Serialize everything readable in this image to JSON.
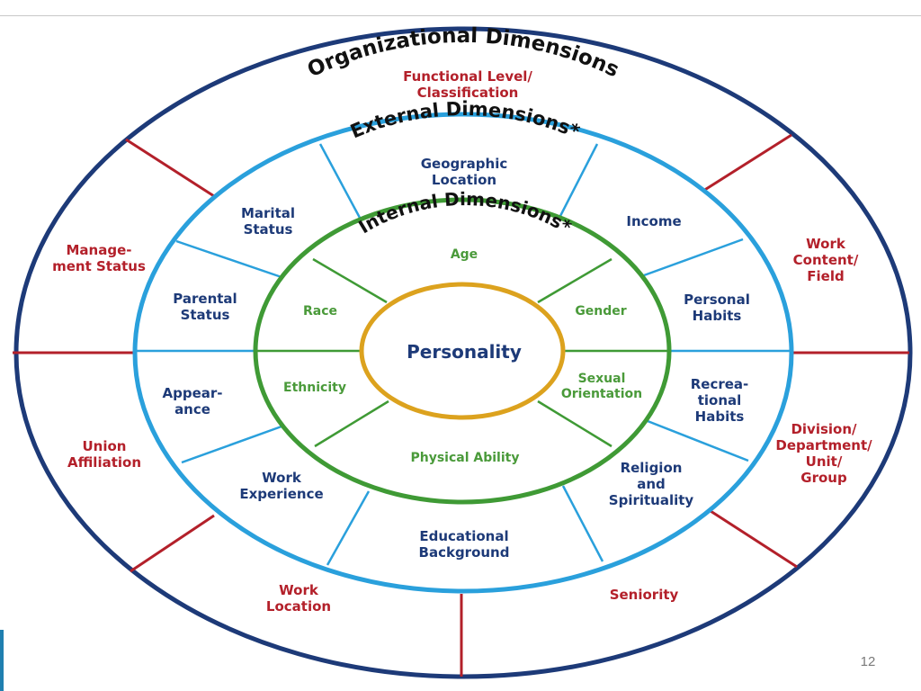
{
  "page_number": "12",
  "colors": {
    "organizational": "#1d3a78",
    "organizational_label": "#b3202a",
    "organizational_divider": "#b3202a",
    "external": "#2aa0dc",
    "external_label": "#1d3a78",
    "internal": "#3f9a35",
    "internal_label": "#4a9a3a",
    "core": "#dca21e",
    "title": "#111111"
  },
  "organizational": {
    "title": "Organizational Dimensions",
    "labels": {
      "functional": [
        "Functional Level/",
        "Classification"
      ],
      "work_content": [
        "Work",
        "Content/",
        "Field"
      ],
      "division": [
        "Division/",
        "Department/",
        "Unit/",
        "Group"
      ],
      "seniority": [
        "Seniority"
      ],
      "work_location": [
        "Work",
        "Location"
      ],
      "union": [
        "Union",
        "Affiliation"
      ],
      "management": [
        "Manage-",
        "ment Status"
      ]
    }
  },
  "external": {
    "title": "External Dimensions*",
    "labels": {
      "geographic": [
        "Geographic",
        "Location"
      ],
      "income": [
        "Income"
      ],
      "personal_habits": [
        "Personal",
        "Habits"
      ],
      "recreational": [
        "Recrea-",
        "tional",
        "Habits"
      ],
      "religion": [
        "Religion",
        "and",
        "Spirituality"
      ],
      "educational": [
        "Educational",
        "Background"
      ],
      "work_experience": [
        "Work",
        "Experience"
      ],
      "appearance": [
        "Appear-",
        "ance"
      ],
      "parental": [
        "Parental",
        "Status"
      ],
      "marital": [
        "Marital",
        "Status"
      ]
    }
  },
  "internal": {
    "title": "Internal Dimensions*",
    "labels": {
      "age": [
        "Age"
      ],
      "gender": [
        "Gender"
      ],
      "sexual_orientation": [
        "Sexual",
        "Orientation"
      ],
      "physical_ability": [
        "Physical Ability"
      ],
      "ethnicity": [
        "Ethnicity"
      ],
      "race": [
        "Race"
      ]
    }
  },
  "core": {
    "label": "Personality"
  }
}
